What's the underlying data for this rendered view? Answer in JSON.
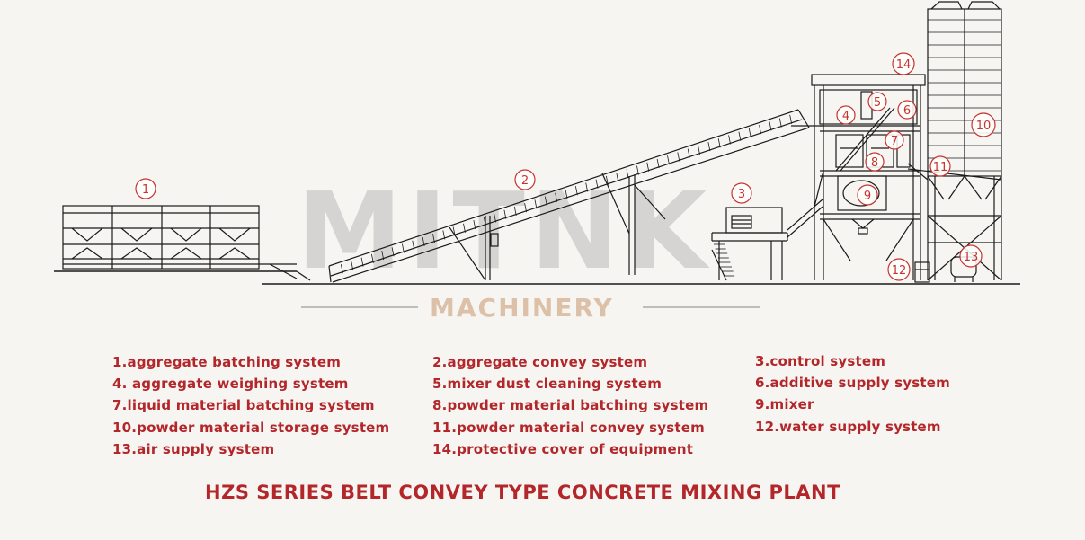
{
  "watermark": {
    "brand": "MITNK",
    "subtitle": "MACHINERY"
  },
  "callouts": [
    {
      "num": "1"
    },
    {
      "num": "2"
    },
    {
      "num": "3"
    },
    {
      "num": "4"
    },
    {
      "num": "5"
    },
    {
      "num": "6"
    },
    {
      "num": "7"
    },
    {
      "num": "8"
    },
    {
      "num": "9"
    },
    {
      "num": "10"
    },
    {
      "num": "11"
    },
    {
      "num": "12"
    },
    {
      "num": "13"
    },
    {
      "num": "14"
    }
  ],
  "legend": {
    "col1": [
      "1.aggregate batching system",
      "4. aggregate weighing system",
      "7.liquid material batching system",
      "10.powder material storage system",
      "13.air supply system"
    ],
    "col2": [
      "2.aggregate convey system",
      "5.mixer dust cleaning system",
      "8.powder material batching system",
      "11.powder material convey system",
      "14.protective cover of equipment"
    ],
    "col3": [
      "3.control system",
      "6.additive supply system",
      "9.mixer",
      "12.water supply system"
    ]
  },
  "title": "HZS SERIES BELT CONVEY TYPE CONCRETE MIXING PLANT",
  "colors": {
    "accent": "#b3262a",
    "line": "#1a1a1a",
    "background": "#f6f5f2"
  }
}
